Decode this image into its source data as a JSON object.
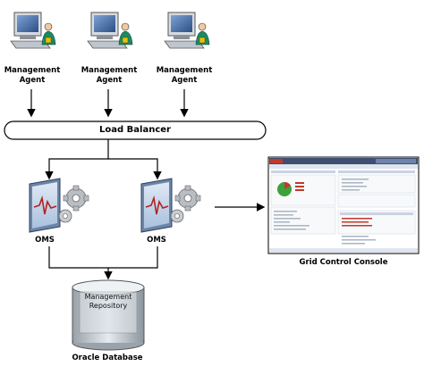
{
  "agents": [
    {
      "line1": "Management",
      "line2": "Agent"
    },
    {
      "line1": "Management",
      "line2": "Agent"
    },
    {
      "line1": "Management",
      "line2": "Agent"
    }
  ],
  "load_balancer": {
    "label": "Load Balancer"
  },
  "oms": [
    {
      "label": "OMS"
    },
    {
      "label": "OMS"
    }
  ],
  "console": {
    "title": "Grid Control Console"
  },
  "repository": {
    "line1": "Management",
    "line2": "Repository"
  },
  "database": {
    "title": "Oracle Database"
  },
  "colors": {
    "monitor_blue": "#3a5f9a",
    "oms_red": "#b22222",
    "db_grey": "#c9d0d6",
    "console_red": "#c0392b"
  },
  "icons": [
    "computer-user-icon",
    "oms-server-gear-icon",
    "database-cylinder-icon",
    "console-screenshot-icon"
  ]
}
